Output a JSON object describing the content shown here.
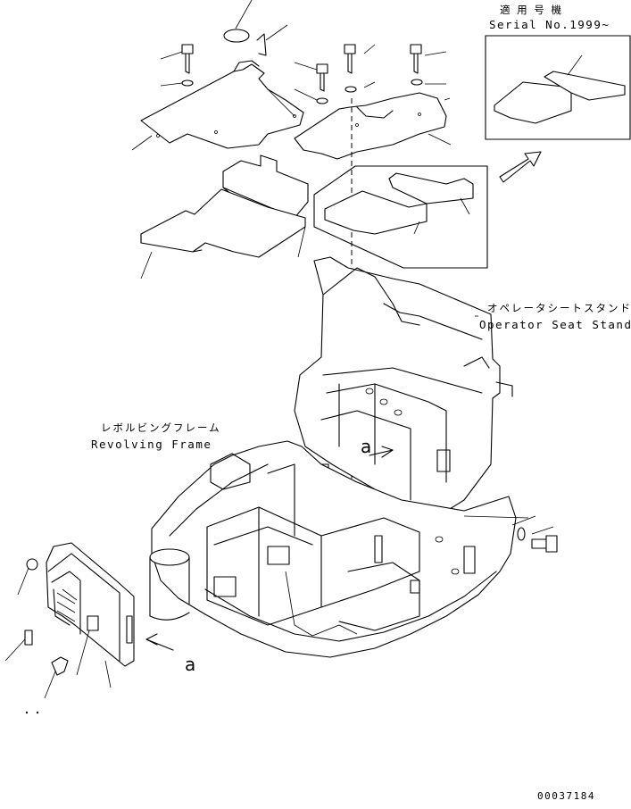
{
  "serial_box": {
    "title_jp": "適 用 号 機",
    "serial_text": "Serial No.1999~"
  },
  "labels": {
    "operator_seat_stand_jp": "オペレータシートスタンド",
    "operator_seat_stand_en": "Operator Seat Stand",
    "revolving_frame_jp": "レボルビングフレーム",
    "revolving_frame_en": "Revolving Frame"
  },
  "callouts": {
    "view_a_upper": "a",
    "view_a_lower": "a"
  },
  "drawing_number": "00037184"
}
